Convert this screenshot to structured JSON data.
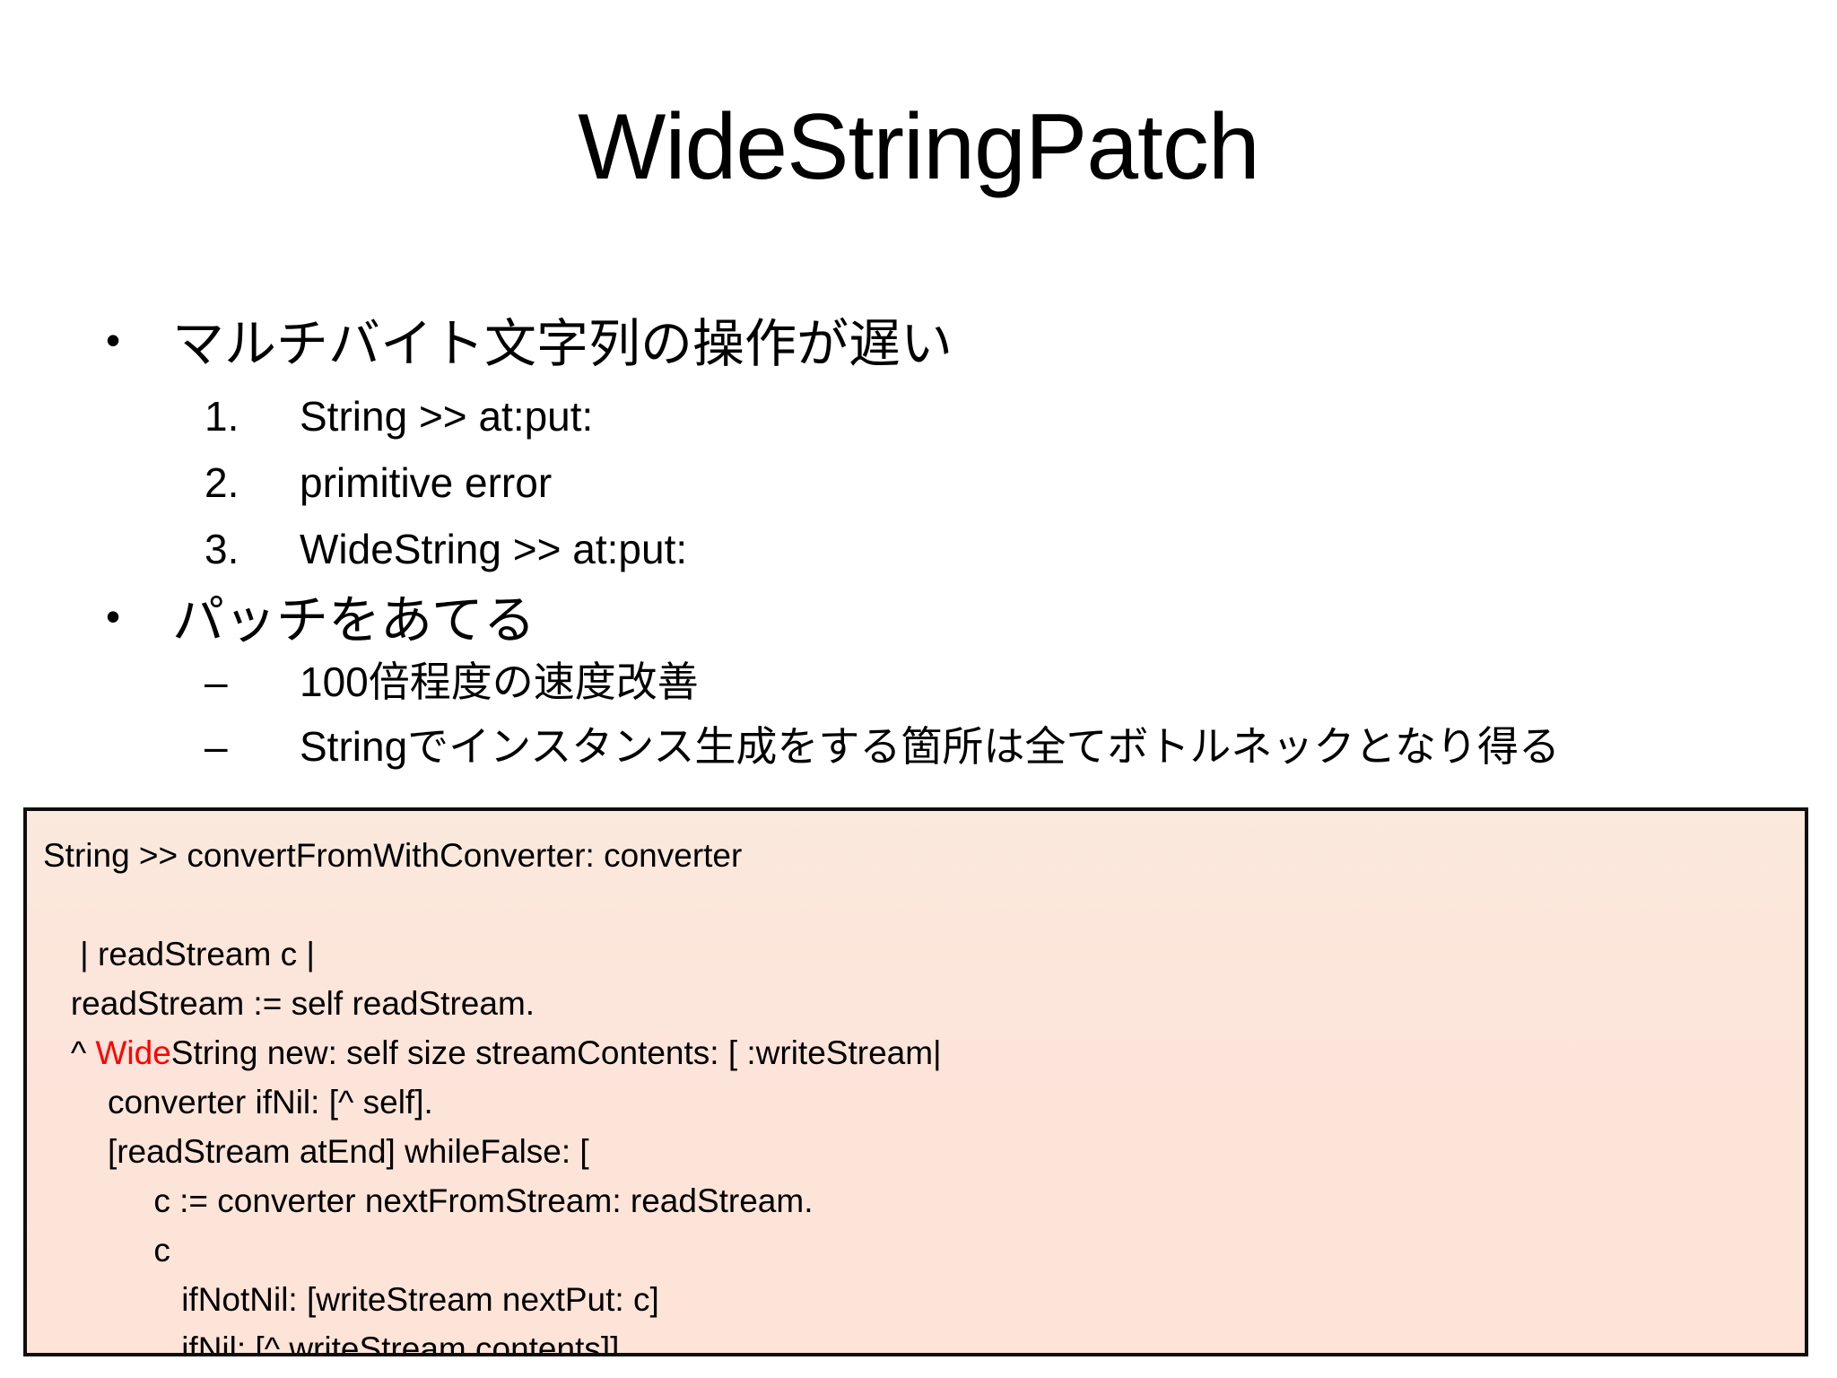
{
  "slide": {
    "title": "WideStringPatch",
    "bullet_marker": "•",
    "dash_marker": "–"
  },
  "outline": [
    {
      "level": 1,
      "marker": "•",
      "text": "マルチバイト文字列の操作が遅い"
    },
    {
      "level": 2,
      "marker": "1.",
      "text": "String >> at:put:"
    },
    {
      "level": 2,
      "marker": "2.",
      "text": "primitive error"
    },
    {
      "level": 2,
      "marker": "3.",
      "text": "WideString >> at:put:"
    },
    {
      "level": 1,
      "marker": "•",
      "text": "パッチをあてる"
    },
    {
      "level": 2,
      "marker": "–",
      "text": "100倍程度の速度改善"
    },
    {
      "level": 2,
      "marker": "–",
      "text": "Stringでインスタンス生成をする箇所は全てボトルネックとなり得る"
    }
  ],
  "code_box": {
    "background_color": "#FDE3D8",
    "border_color": "#0D0D0D",
    "highlight_color": "#FF0000",
    "lines": [
      {
        "text": "String >> convertFromWithConverter: converter"
      },
      {
        "text": ""
      },
      {
        "text": "    | readStream c |"
      },
      {
        "text": "   readStream := self readStream."
      },
      {
        "pre": "   ^ ",
        "highlight": "Wide",
        "post": "String new: self size streamContents: [ :writeStream|"
      },
      {
        "text": "       converter ifNil: [^ self]."
      },
      {
        "text": "       [readStream atEnd] whileFalse: ["
      },
      {
        "text": "            c := converter nextFromStream: readStream."
      },
      {
        "text": "            c"
      },
      {
        "text": "               ifNotNil: [writeStream nextPut: c]"
      },
      {
        "text": "               ifNil: [^ writeStream contents]]."
      }
    ]
  }
}
